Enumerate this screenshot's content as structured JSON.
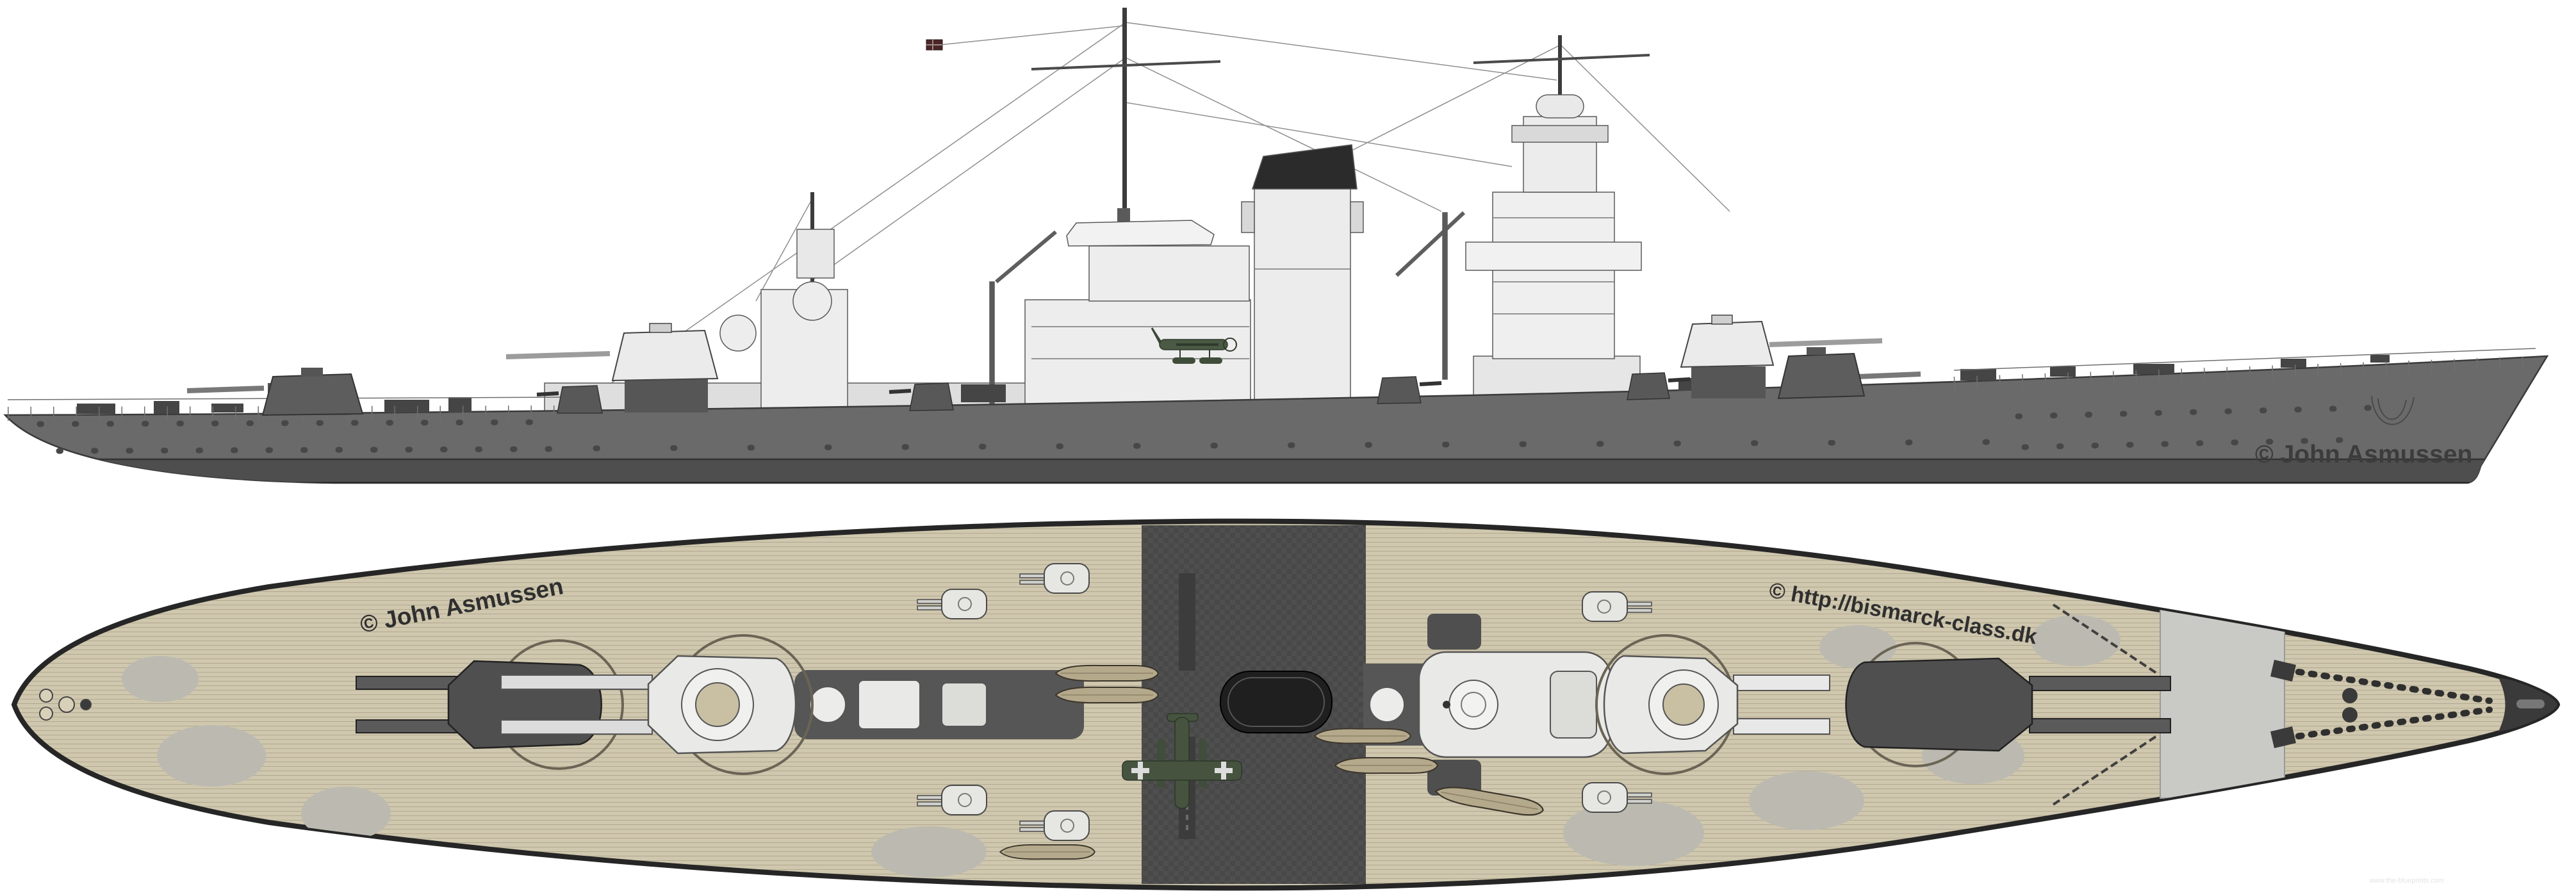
{
  "page": {
    "background": "#ffffff",
    "description": "Bismarck-class battleship — side elevation and deck plan technical drawing"
  },
  "side_view": {
    "credit": "© John Asmussen",
    "colors": {
      "hull": "#6a6a6a",
      "boot_topping": "#4e4e4e",
      "outline": "#3a3a3a",
      "superstructure": "#ededed",
      "turret_dark": "#5d5d5d",
      "turret_light": "#ebebeb",
      "funnel_cap": "#2b2b2b",
      "text": "#3c3c3c",
      "flag": "#4a2626",
      "aircraft": "#4a5a44"
    }
  },
  "plan_view": {
    "credit": "© John Asmussen",
    "url": "© http://bismarck-class.dk",
    "colors": {
      "deck": "#cfc7ae",
      "plank_line": "#b2a98f",
      "outline": "#262626",
      "superstructure_dark": "#4f4f4f",
      "structure_light": "#e9e9e7",
      "funnel": "#1f1f1f",
      "boat": "#b5a98c",
      "camouflage": "#bcbab0",
      "forecastle_panel": "#c9c9c6",
      "aircraft": "#46543f",
      "text": "#2f2f2f"
    }
  },
  "watermark": {
    "text": "www.the-blueprints.com",
    "color": "#e4e4e4"
  }
}
